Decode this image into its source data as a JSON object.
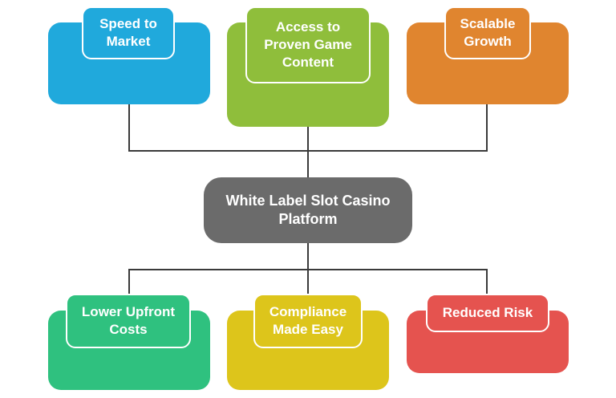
{
  "center": {
    "label": "White Label Slot Casino\nPlatform",
    "color": "#6b6b6b"
  },
  "top_nodes": [
    {
      "label": "Speed to\nMarket",
      "color": "#20a9dc"
    },
    {
      "label": "Access to\nProven Game\nContent",
      "color": "#8fbe3b"
    },
    {
      "label": "Scalable\nGrowth",
      "color": "#e0852f"
    }
  ],
  "bottom_nodes": [
    {
      "label": "Lower Upfront\nCosts",
      "color": "#2fc17f"
    },
    {
      "label": "Compliance\nMade Easy",
      "color": "#ddc51b"
    },
    {
      "label": "Reduced Risk",
      "color": "#e5534f"
    }
  ],
  "connector_color": "#3a3a3a"
}
